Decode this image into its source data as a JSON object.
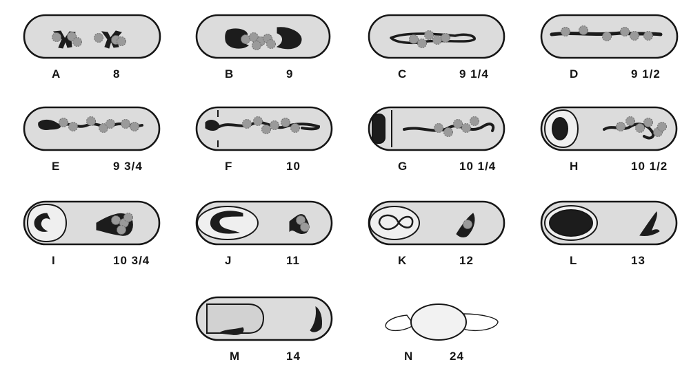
{
  "colors": {
    "cell_fill": "#dcdcdc",
    "outline": "#161616",
    "chromatin": "#1c1c1c",
    "granule": "#9a9a9a",
    "page": "#ffffff"
  },
  "panels": [
    {
      "letter": "A",
      "hour": "8",
      "stage": "two-branched-bodies"
    },
    {
      "letter": "B",
      "hour": "9",
      "stage": "paired-kidney-bodies"
    },
    {
      "letter": "C",
      "hour": "9 1/4",
      "stage": "thin-thread"
    },
    {
      "letter": "D",
      "hour": "9 1/2",
      "stage": "full-length-thread"
    },
    {
      "letter": "E",
      "hour": "9 3/4",
      "stage": "beaded-thread"
    },
    {
      "letter": "F",
      "hour": "10",
      "stage": "thread-with-septum"
    },
    {
      "letter": "G",
      "hour": "10 1/4",
      "stage": "forespore-at-pole"
    },
    {
      "letter": "H",
      "hour": "10 1/2",
      "stage": "forespore-rounded"
    },
    {
      "letter": "I",
      "hour": "10 3/4",
      "stage": "forespore-crescent"
    },
    {
      "letter": "J",
      "hour": "11",
      "stage": "forespore-ring"
    },
    {
      "letter": "K",
      "hour": "12",
      "stage": "forespore-loop"
    },
    {
      "letter": "L",
      "hour": "13",
      "stage": "dark-spore"
    },
    {
      "letter": "M",
      "hour": "14",
      "stage": "mature-spore"
    },
    {
      "letter": "N",
      "hour": "24",
      "stage": "free-spore"
    }
  ]
}
